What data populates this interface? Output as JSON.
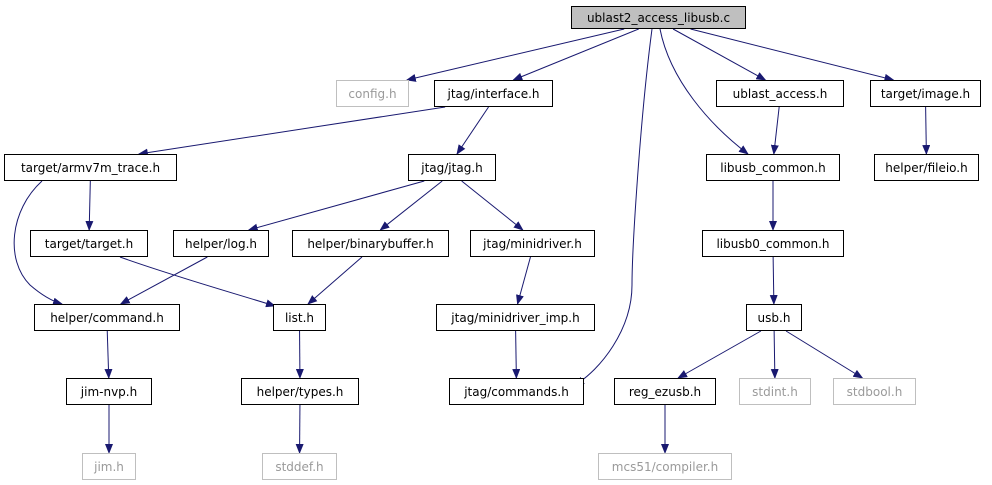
{
  "graph": {
    "edge_color": "#191970",
    "missing_color": "#bfbfbf",
    "root_fill": "#bfbfbf",
    "nodes": [
      {
        "id": "ublast2_access_libusb_c",
        "label": "ublast2_access_libusb.c",
        "style": "root"
      },
      {
        "id": "config_h",
        "label": "config.h",
        "style": "missing"
      },
      {
        "id": "jtag_interface_h",
        "label": "jtag/interface.h",
        "style": "normal"
      },
      {
        "id": "ublast_access_h",
        "label": "ublast_access.h",
        "style": "normal"
      },
      {
        "id": "target_image_h",
        "label": "target/image.h",
        "style": "normal"
      },
      {
        "id": "target_armv7m_trace_h",
        "label": "target/armv7m_trace.h",
        "style": "normal"
      },
      {
        "id": "jtag_jtag_h",
        "label": "jtag/jtag.h",
        "style": "normal"
      },
      {
        "id": "libusb_common_h",
        "label": "libusb_common.h",
        "style": "normal"
      },
      {
        "id": "helper_fileio_h",
        "label": "helper/fileio.h",
        "style": "normal"
      },
      {
        "id": "target_target_h",
        "label": "target/target.h",
        "style": "normal"
      },
      {
        "id": "helper_log_h",
        "label": "helper/log.h",
        "style": "normal"
      },
      {
        "id": "helper_binarybuffer_h",
        "label": "helper/binarybuffer.h",
        "style": "normal"
      },
      {
        "id": "jtag_minidriver_h",
        "label": "jtag/minidriver.h",
        "style": "normal"
      },
      {
        "id": "libusb0_common_h",
        "label": "libusb0_common.h",
        "style": "normal"
      },
      {
        "id": "helper_command_h",
        "label": "helper/command.h",
        "style": "normal"
      },
      {
        "id": "list_h",
        "label": "list.h",
        "style": "normal"
      },
      {
        "id": "jtag_minidriver_imp_h",
        "label": "jtag/minidriver_imp.h",
        "style": "normal"
      },
      {
        "id": "usb_h",
        "label": "usb.h",
        "style": "normal"
      },
      {
        "id": "jim_nvp_h",
        "label": "jim-nvp.h",
        "style": "normal"
      },
      {
        "id": "helper_types_h",
        "label": "helper/types.h",
        "style": "normal"
      },
      {
        "id": "jtag_commands_h",
        "label": "jtag/commands.h",
        "style": "normal"
      },
      {
        "id": "reg_ezusb_h",
        "label": "reg_ezusb.h",
        "style": "normal"
      },
      {
        "id": "stdint_h",
        "label": "stdint.h",
        "style": "missing"
      },
      {
        "id": "stdbool_h",
        "label": "stdbool.h",
        "style": "missing"
      },
      {
        "id": "jim_h",
        "label": "jim.h",
        "style": "missing"
      },
      {
        "id": "stddef_h",
        "label": "stddef.h",
        "style": "missing"
      },
      {
        "id": "mcs51_compiler_h",
        "label": "mcs51/compiler.h",
        "style": "missing"
      }
    ],
    "edges": [
      {
        "from": "ublast2_access_libusb_c",
        "to": "config_h"
      },
      {
        "from": "ublast2_access_libusb_c",
        "to": "jtag_interface_h"
      },
      {
        "from": "ublast2_access_libusb_c",
        "to": "jtag_commands_h"
      },
      {
        "from": "ublast2_access_libusb_c",
        "to": "libusb_common_h"
      },
      {
        "from": "ublast2_access_libusb_c",
        "to": "ublast_access_h"
      },
      {
        "from": "ublast2_access_libusb_c",
        "to": "target_image_h"
      },
      {
        "from": "jtag_interface_h",
        "to": "target_armv7m_trace_h"
      },
      {
        "from": "jtag_interface_h",
        "to": "jtag_jtag_h"
      },
      {
        "from": "target_armv7m_trace_h",
        "to": "target_target_h"
      },
      {
        "from": "target_armv7m_trace_h",
        "to": "helper_command_h"
      },
      {
        "from": "jtag_jtag_h",
        "to": "helper_log_h"
      },
      {
        "from": "jtag_jtag_h",
        "to": "helper_binarybuffer_h"
      },
      {
        "from": "jtag_jtag_h",
        "to": "jtag_minidriver_h"
      },
      {
        "from": "ublast_access_h",
        "to": "libusb_common_h"
      },
      {
        "from": "libusb_common_h",
        "to": "libusb0_common_h"
      },
      {
        "from": "target_image_h",
        "to": "helper_fileio_h"
      },
      {
        "from": "target_target_h",
        "to": "list_h"
      },
      {
        "from": "helper_log_h",
        "to": "helper_command_h"
      },
      {
        "from": "helper_binarybuffer_h",
        "to": "list_h"
      },
      {
        "from": "jtag_minidriver_h",
        "to": "jtag_minidriver_imp_h"
      },
      {
        "from": "libusb0_common_h",
        "to": "usb_h"
      },
      {
        "from": "helper_command_h",
        "to": "jim_nvp_h"
      },
      {
        "from": "list_h",
        "to": "helper_types_h"
      },
      {
        "from": "jtag_minidriver_imp_h",
        "to": "jtag_commands_h"
      },
      {
        "from": "usb_h",
        "to": "reg_ezusb_h"
      },
      {
        "from": "usb_h",
        "to": "stdint_h"
      },
      {
        "from": "usb_h",
        "to": "stdbool_h"
      },
      {
        "from": "jim_nvp_h",
        "to": "jim_h"
      },
      {
        "from": "helper_types_h",
        "to": "stddef_h"
      },
      {
        "from": "reg_ezusb_h",
        "to": "mcs51_compiler_h"
      }
    ]
  }
}
